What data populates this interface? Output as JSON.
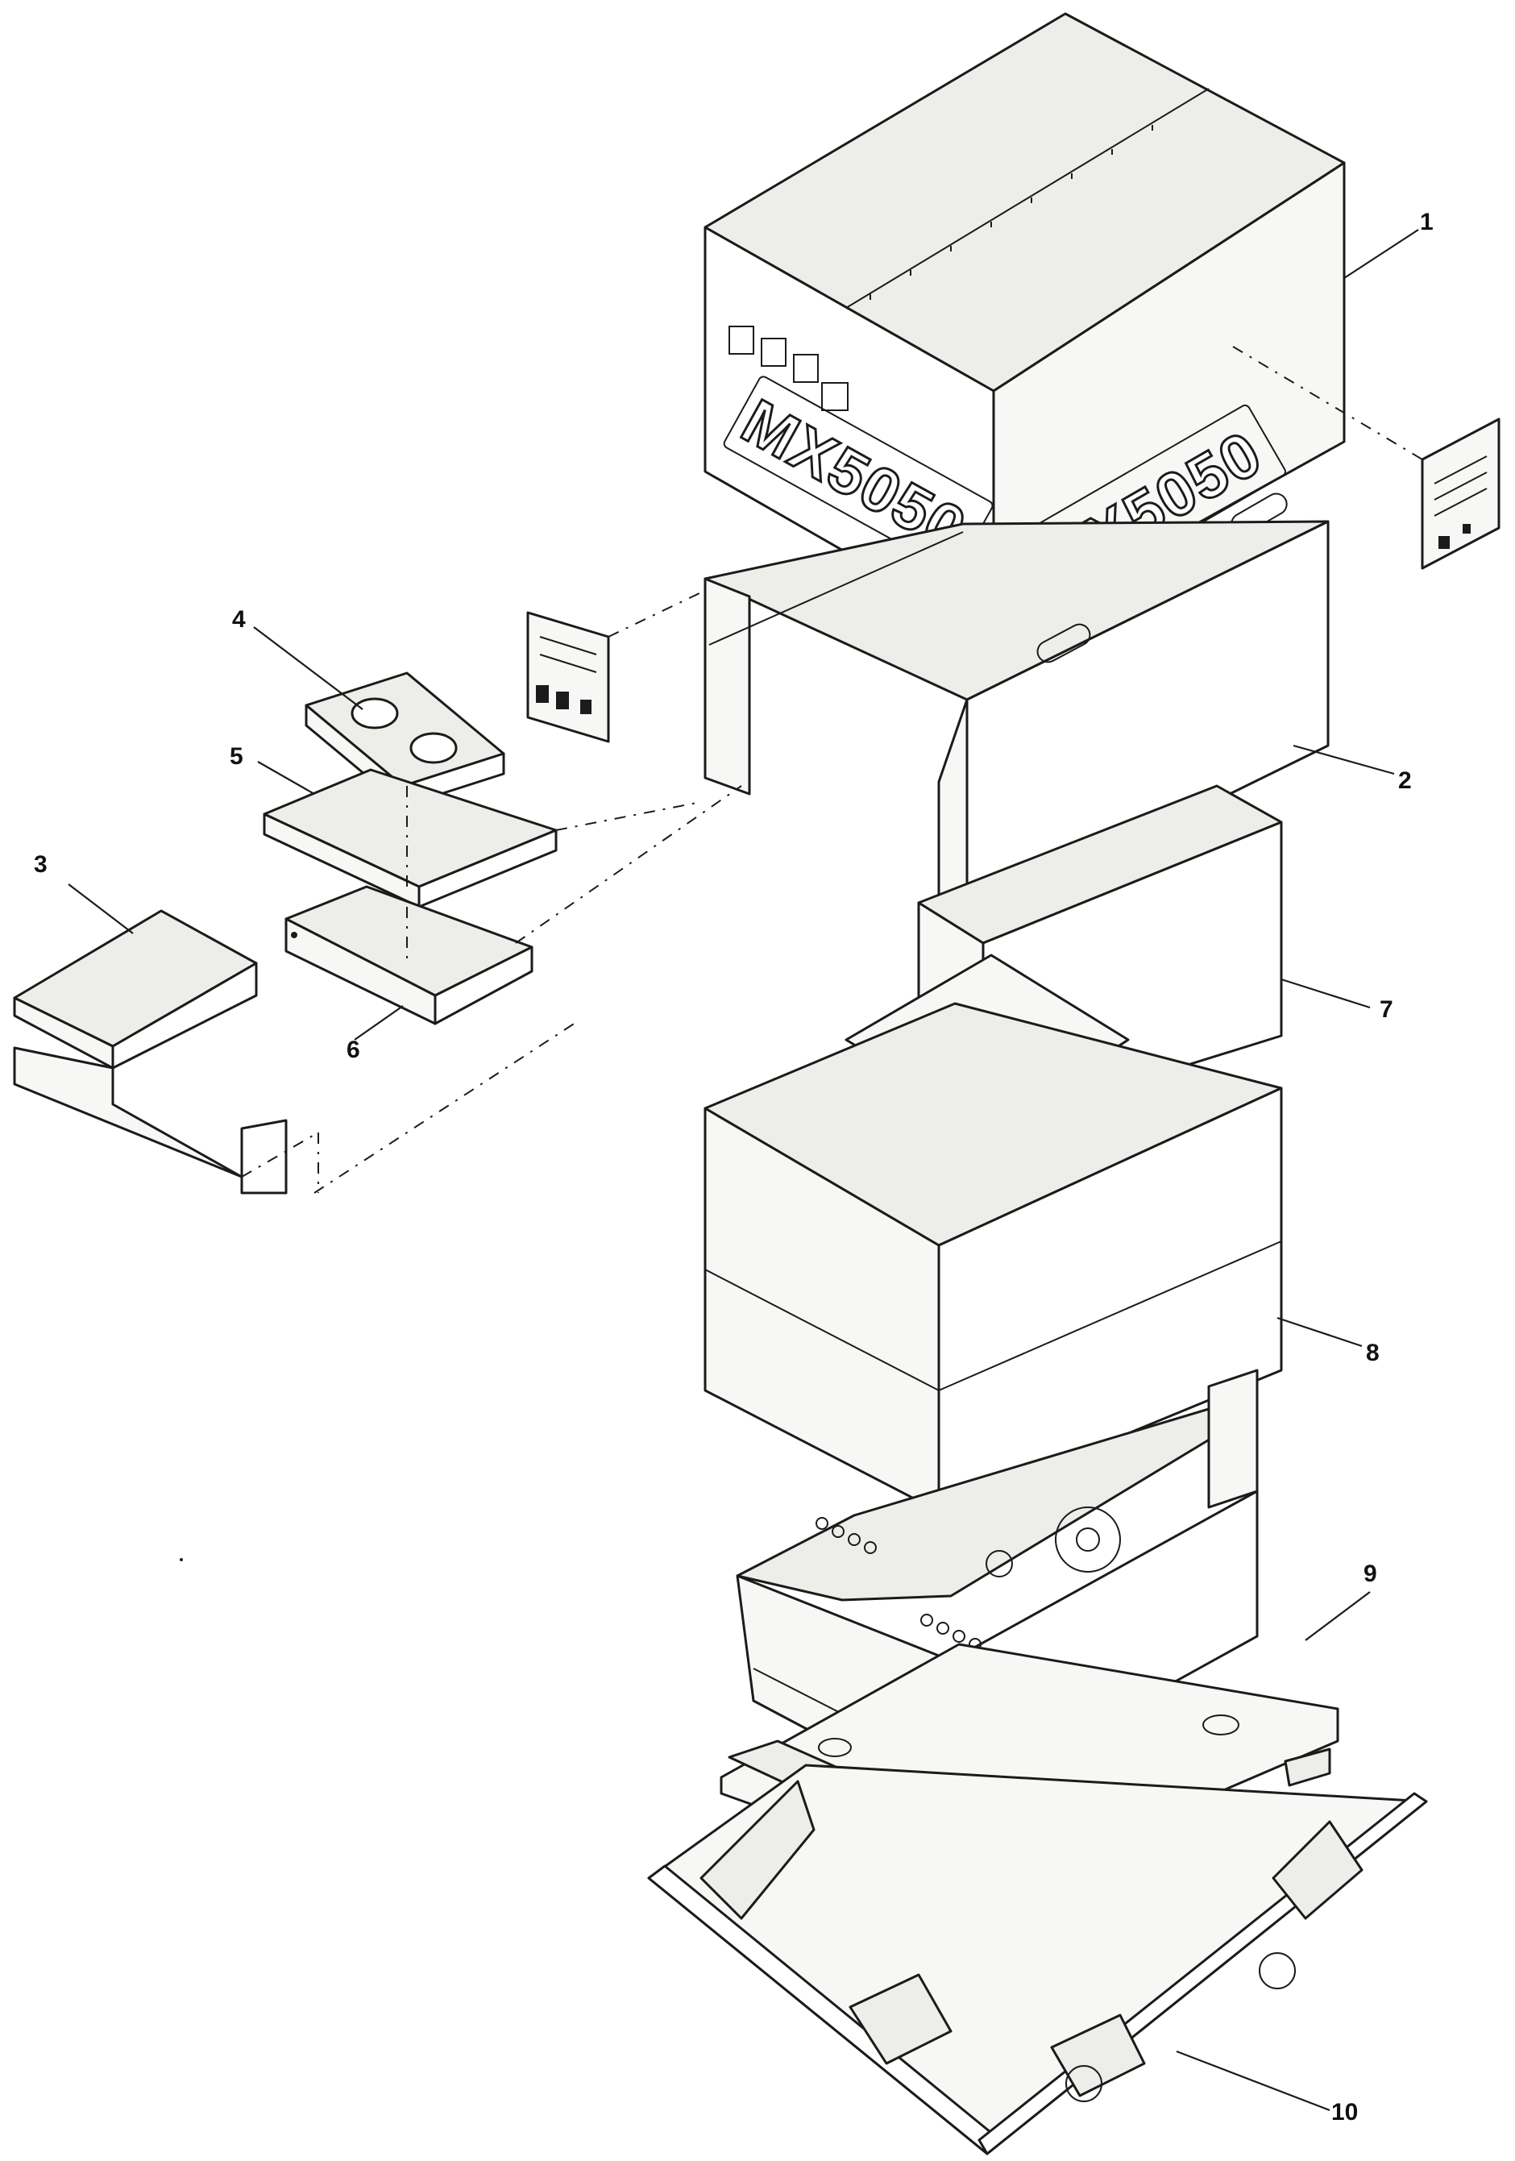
{
  "diagram": {
    "brand_text": "MX5050",
    "callouts": [
      "1",
      "2",
      "3",
      "4",
      "5",
      "6",
      "7",
      "8",
      "9",
      "10"
    ]
  }
}
